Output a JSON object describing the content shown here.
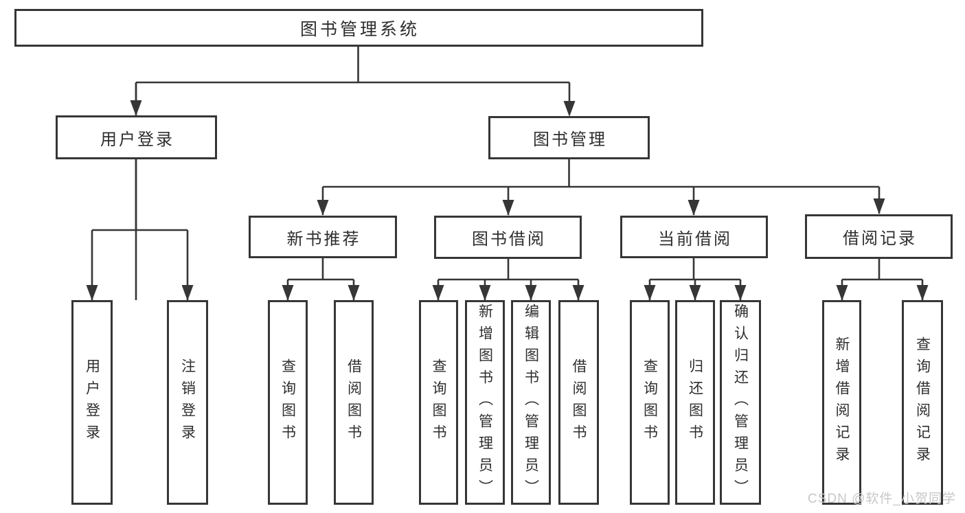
{
  "tree": {
    "label": "图书管理系统",
    "children": [
      {
        "label": "用户登录",
        "children": [
          {
            "label": "用户登录"
          },
          {
            "label": "注销登录"
          }
        ]
      },
      {
        "label": "图书管理",
        "children": [
          {
            "label": "新书推荐",
            "children": [
              {
                "label": "查询图书"
              },
              {
                "label": "借阅图书"
              }
            ]
          },
          {
            "label": "图书借阅",
            "children": [
              {
                "label": "查询图书"
              },
              {
                "label": "新增图书（管理员）"
              },
              {
                "label": "编辑图书（管理员）"
              },
              {
                "label": "借阅图书"
              }
            ]
          },
          {
            "label": "当前借阅",
            "children": [
              {
                "label": "查询图书"
              },
              {
                "label": "归还图书"
              },
              {
                "label": "确认归还（管理员）"
              }
            ]
          },
          {
            "label": "借阅记录",
            "children": [
              {
                "label": "新增借阅记录"
              },
              {
                "label": "查询借阅记录"
              }
            ]
          }
        ]
      }
    ]
  },
  "watermark": {
    "text": "CSDN @软件_小贺同学"
  },
  "colors": {
    "line": "#363636",
    "text": "#2e2e2e",
    "watermark": "#c7c7c7",
    "background": "#ffffff"
  }
}
